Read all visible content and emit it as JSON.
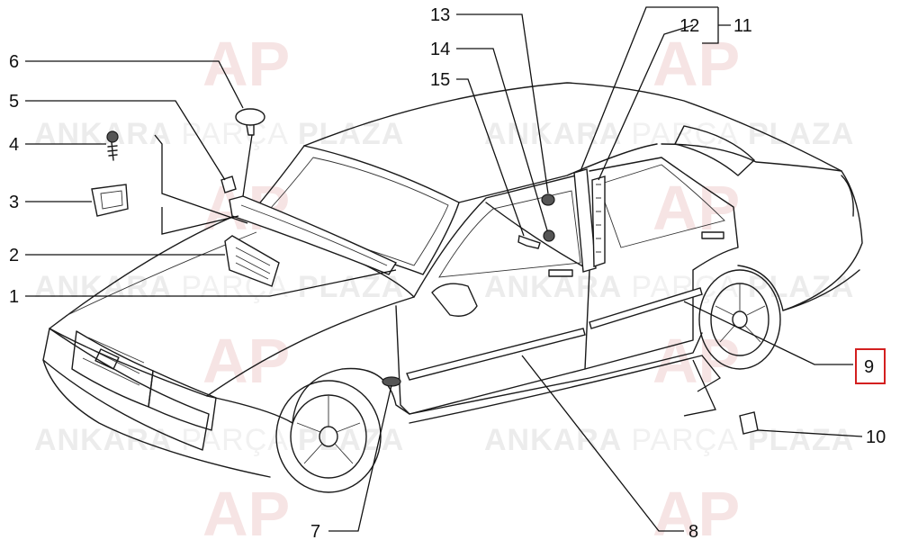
{
  "watermark": {
    "brand_bold_1": "ANKARA",
    "brand_light": "PARÇA",
    "brand_bold_2": "PLAZA",
    "logo_text": "AP"
  },
  "callouts": [
    {
      "id": "1",
      "label": "1"
    },
    {
      "id": "2",
      "label": "2"
    },
    {
      "id": "3",
      "label": "3"
    },
    {
      "id": "4",
      "label": "4"
    },
    {
      "id": "5",
      "label": "5"
    },
    {
      "id": "6",
      "label": "6"
    },
    {
      "id": "7",
      "label": "7"
    },
    {
      "id": "8",
      "label": "8"
    },
    {
      "id": "9",
      "label": "9",
      "highlighted": true
    },
    {
      "id": "10",
      "label": "10"
    },
    {
      "id": "11",
      "label": "11"
    },
    {
      "id": "12",
      "label": "12"
    },
    {
      "id": "13",
      "label": "13"
    },
    {
      "id": "14",
      "label": "14"
    },
    {
      "id": "15",
      "label": "15"
    }
  ],
  "colors": {
    "highlight": "#d32020",
    "watermark": "#ececec",
    "line": "#1a1a1a"
  }
}
